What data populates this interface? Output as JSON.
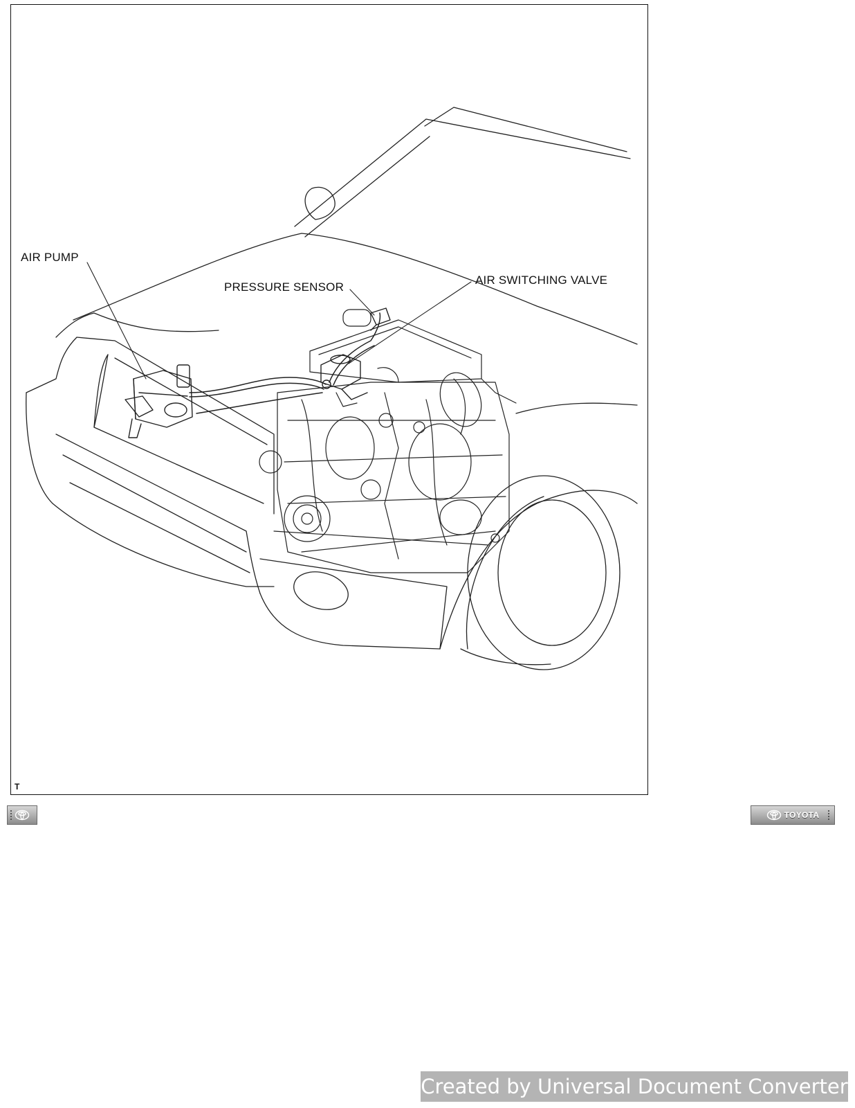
{
  "diagram": {
    "labels": {
      "air_pump": "AIR PUMP",
      "pressure_sensor": "PRESSURE SENSOR",
      "air_switching_valve": "AIR SWITCHING VALVE"
    },
    "corner_mark": "T"
  },
  "navigation": {
    "left_icon": "toyota-emblem-icon",
    "right_brand": "TOYOTA",
    "button_colors": [
      "#d6d6d6",
      "#8c8c8c"
    ]
  },
  "watermark": {
    "text": "Created by Universal Document Converter",
    "background": "#b4b4b4"
  }
}
